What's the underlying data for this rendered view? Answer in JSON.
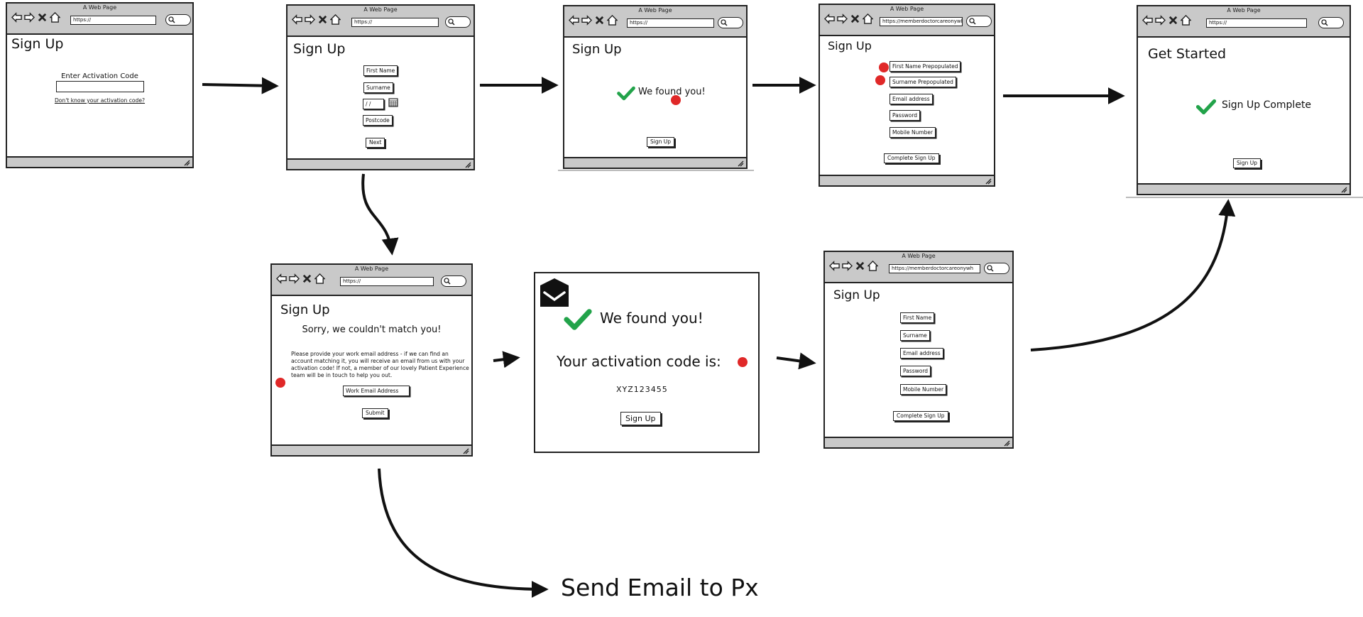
{
  "colors": {
    "check": "#22a34a",
    "marker": "#e02828",
    "chrome": "#c9c9c9",
    "stroke": "#222222"
  },
  "icons": [
    "back-arrow-icon",
    "forward-arrow-icon",
    "close-x-icon",
    "home-icon",
    "search-icon",
    "calendar-icon",
    "resize-grip-icon",
    "checkmark-icon",
    "envelope-icon"
  ],
  "screen1": {
    "window_title": "A Web Page",
    "url": "https://",
    "title": "Sign Up",
    "activation_label": "Enter Activation Code",
    "activation_value": "",
    "help_link": "Don't know your activation code?"
  },
  "screen2": {
    "window_title": "A Web Page",
    "url": "https://",
    "title": "Sign Up",
    "first_name": "First Name",
    "surname": "Surname",
    "date": "/   /",
    "postcode": "Postcode",
    "next": "Next"
  },
  "screen3": {
    "window_title": "A Web Page",
    "url": "https://",
    "title": "Sign Up",
    "message": "We found you!",
    "button": "Sign Up"
  },
  "screen4": {
    "window_title": "A Web Page",
    "url": "https://memberdoctorcareonywh",
    "title": "Sign Up",
    "first_name": "First Name Prepopulated",
    "surname": "Surname Prepopulated",
    "email": "Email address",
    "password": "Password",
    "mobile": "Mobile Number",
    "button": "Complete Sign Up"
  },
  "screen5": {
    "window_title": "A Web Page",
    "url": "https://",
    "title": "Get Started",
    "message": "Sign Up Complete",
    "button": "Sign Up"
  },
  "screen6": {
    "window_title": "A Web Page",
    "url": "https://",
    "title": "Sign Up",
    "headline": "Sorry, we couldn't match you!",
    "para1": "Please provide your work email address - if we can find an",
    "para2": "account matching it, you will receive an email from us with your",
    "para3": "activation code! If not, a member of our lovely Patient Experience",
    "para4": "team will be in touch to help you out.",
    "email": "Work Email Address",
    "button": "Submit"
  },
  "screen7": {
    "headline": "We found you!",
    "code_label": "Your activation code is:",
    "code": "XYZ123455",
    "button": "Sign Up"
  },
  "screen8": {
    "window_title": "A Web Page",
    "url": "https://memberdoctorcareonywh",
    "title": "Sign Up",
    "first_name": "First Name",
    "surname": "Surname",
    "email": "Email address",
    "password": "Password",
    "mobile": "Mobile Number",
    "button": "Complete Sign Up"
  },
  "send_email": "Send Email to Px"
}
